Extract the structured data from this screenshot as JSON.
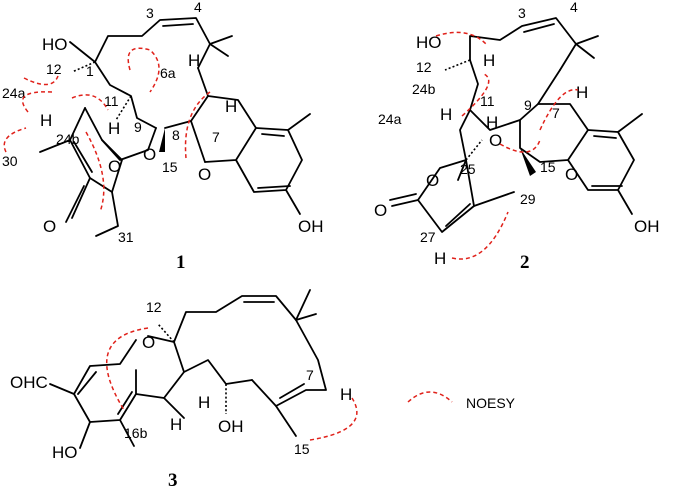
{
  "colors": {
    "noesy_arrow": "#e0211a",
    "bond": "#000000"
  },
  "compound_1": {
    "id": "1",
    "atom_labels": {
      "hydroxyl": "HO",
      "oxygen_a": "O",
      "oxygen_b": "O",
      "oxygen_c": "O",
      "carbonyl_o": "O",
      "phenol": "OH",
      "h_a": "H",
      "h_b": "H",
      "h_c": "H",
      "h_d": "H"
    },
    "position_labels": {
      "n1": "1",
      "n3": "3",
      "n4": "4",
      "n6a": "6a",
      "n7": "7",
      "n8": "8",
      "n9": "9",
      "n11": "11",
      "n12": "12",
      "n15": "15",
      "n24a": "24a",
      "n24b": "24b",
      "n30": "30",
      "n31": "31"
    }
  },
  "compound_2": {
    "id": "2",
    "atom_labels": {
      "hydroxyl": "HO",
      "oxygen_a": "O",
      "oxygen_b": "O",
      "oxygen_c": "O",
      "carbonyl_o": "O",
      "phenol": "OH",
      "h_a": "H",
      "h_b": "H",
      "h_c": "H",
      "h_d": "H",
      "h_e": "H"
    },
    "position_labels": {
      "n3": "3",
      "n4": "4",
      "n7": "7",
      "n9": "9",
      "n11": "11",
      "n12": "12",
      "n15": "15",
      "n24a": "24a",
      "n24b": "24b",
      "n25": "25",
      "n27": "27",
      "n29": "29"
    }
  },
  "compound_3": {
    "id": "3",
    "atom_labels": {
      "aldehyde": "OHC",
      "oxygen_ring": "O",
      "phenol": "HO",
      "hydroxyl": "OH",
      "h_a": "H",
      "h_b": "H",
      "h_c": "H"
    },
    "position_labels": {
      "n7": "7",
      "n12": "12",
      "n15": "15",
      "n16b": "16b"
    }
  },
  "legend": {
    "label": "NOESY"
  }
}
